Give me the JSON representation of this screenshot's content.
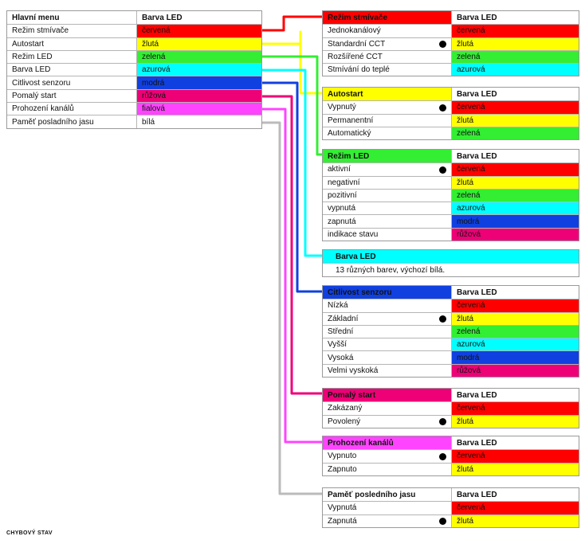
{
  "main": {
    "header": [
      "Hlavní menu",
      "Barva LED"
    ],
    "rows": [
      {
        "label": "Režim stmívače",
        "color": "červená",
        "bg": "#ff0000"
      },
      {
        "label": "Autostart",
        "color": "žlutá",
        "bg": "#ffff00"
      },
      {
        "label": "Režim LED",
        "color": "zelená",
        "bg": "#33ee33"
      },
      {
        "label": "Barva LED",
        "color": "azurová",
        "bg": "#00ffff"
      },
      {
        "label": "Citlivost senzoru",
        "color": "modrá",
        "bg": "#1040e0"
      },
      {
        "label": "Pomalý start",
        "color": "růžová",
        "bg": "#ee0077"
      },
      {
        "label": "Prohození kanálů",
        "color": "fialová",
        "bg": "#ff44ff"
      },
      {
        "label": "Paměť posladního jasu",
        "color": "bílá",
        "bg": "#ffffff"
      }
    ]
  },
  "submenus": [
    {
      "title": "Režim stmívače",
      "header_color": "Barva LED",
      "title_bg": "#ff0000",
      "options": [
        {
          "label": "Jednokanálový",
          "color": "červená",
          "bg": "#ff0000",
          "default": false
        },
        {
          "label": "Standardní CCT",
          "color": "žlutá",
          "bg": "#ffff00",
          "default": true
        },
        {
          "label": "Rozšířené CCT",
          "color": "zelená",
          "bg": "#33ee33",
          "default": false
        },
        {
          "label": "Stmívání do teplé",
          "color": "azurová",
          "bg": "#00ffff",
          "default": false
        }
      ]
    },
    {
      "title": "Autostart",
      "header_color": "Barva LED",
      "title_bg": "#ffff00",
      "options": [
        {
          "label": "Vypnutý",
          "color": "červená",
          "bg": "#ff0000",
          "default": true
        },
        {
          "label": "Permanentní",
          "color": "žlutá",
          "bg": "#ffff00",
          "default": false
        },
        {
          "label": "Automatický",
          "color": "zelená",
          "bg": "#33ee33",
          "default": false
        }
      ]
    },
    {
      "title": "Režim LED",
      "header_color": "Barva LED",
      "title_bg": "#33ee33",
      "options": [
        {
          "label": "aktivní",
          "color": "červená",
          "bg": "#ff0000",
          "default": true
        },
        {
          "label": "negativní",
          "color": "žlutá",
          "bg": "#ffff00",
          "default": false
        },
        {
          "label": "pozitivní",
          "color": "zelená",
          "bg": "#33ee33",
          "default": false
        },
        {
          "label": "vypnutá",
          "color": "azurová",
          "bg": "#00ffff",
          "default": false
        },
        {
          "label": "zapnutá",
          "color": "modrá",
          "bg": "#1040e0",
          "default": false
        },
        {
          "label": "indikace stavu",
          "color": "růžová",
          "bg": "#ee0077",
          "default": false
        }
      ]
    },
    {
      "title": "Citlivost senzoru",
      "header_color": "Barva LED",
      "title_bg": "#1040e0",
      "options": [
        {
          "label": "Nízká",
          "color": "červená",
          "bg": "#ff0000",
          "default": false
        },
        {
          "label": "Základní",
          "color": "žlutá",
          "bg": "#ffff00",
          "default": true
        },
        {
          "label": "Střední",
          "color": "zelená",
          "bg": "#33ee33",
          "default": false
        },
        {
          "label": "Vyšší",
          "color": "azurová",
          "bg": "#00ffff",
          "default": false
        },
        {
          "label": "Vysoká",
          "color": "modrá",
          "bg": "#1040e0",
          "default": false
        },
        {
          "label": "Velmi vyskoká",
          "color": "růžová",
          "bg": "#ee0077",
          "default": false
        }
      ]
    },
    {
      "title": "Pomalý start",
      "header_color": "Barva LED",
      "title_bg": "#ee0077",
      "options": [
        {
          "label": "Zakázaný",
          "color": "červená",
          "bg": "#ff0000",
          "default": false
        },
        {
          "label": "Povolený",
          "color": "žlutá",
          "bg": "#ffff00",
          "default": true
        }
      ]
    },
    {
      "title": "Prohození kanálů",
      "header_color": "Barva LED",
      "title_bg": "#ff44ff",
      "options": [
        {
          "label": "Vypnuto",
          "color": "červená",
          "bg": "#ff0000",
          "default": true
        },
        {
          "label": "Zapnuto",
          "color": "žlutá",
          "bg": "#ffff00",
          "default": false
        }
      ]
    },
    {
      "title": "Paměť posledního jasu",
      "header_color": "Barva LED",
      "title_bg": "#ffffff",
      "options": [
        {
          "label": "Vypnutá",
          "color": "červená",
          "bg": "#ff0000",
          "default": false
        },
        {
          "label": "Zapnutá",
          "color": "žlutá",
          "bg": "#ffff00",
          "default": true
        }
      ]
    }
  ],
  "barva_info": {
    "title": "Barva LED",
    "text": "13 různých barev, výchozí bílá.",
    "bg": "#00ffff"
  },
  "connector_colors": [
    "#ff0000",
    "#ffff00",
    "#33ee33",
    "#00ffff",
    "#1040e0",
    "#ee0077",
    "#ff44ff",
    "#bbbbbb"
  ],
  "footer_text": "CHYBOVÝ STAV"
}
